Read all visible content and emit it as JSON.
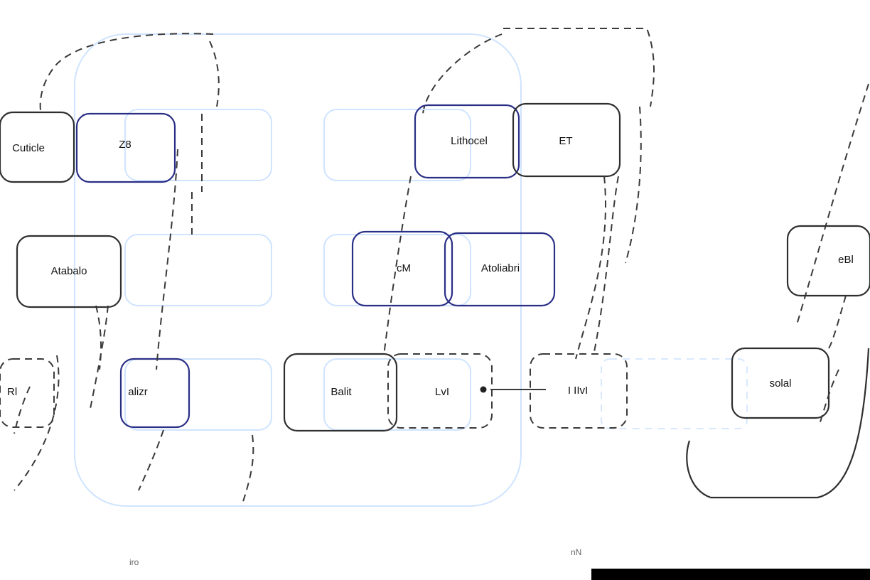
{
  "diagram": {
    "nodes": [
      {
        "label": "Cuticle"
      },
      {
        "label": "Z8"
      },
      {
        "label": "Lithocel"
      },
      {
        "label": "ET"
      },
      {
        "label": "Atabalo"
      },
      {
        "label": "cM"
      },
      {
        "label": "Atoliabri"
      },
      {
        "label": "eBl"
      },
      {
        "label": "Rl"
      },
      {
        "label": "alizr"
      },
      {
        "label": "Balit"
      },
      {
        "label": "LvI"
      },
      {
        "label": "I IIvI"
      },
      {
        "label": "solal"
      }
    ],
    "captions": [
      {
        "text": "iro"
      },
      {
        "text": "nN"
      }
    ]
  }
}
